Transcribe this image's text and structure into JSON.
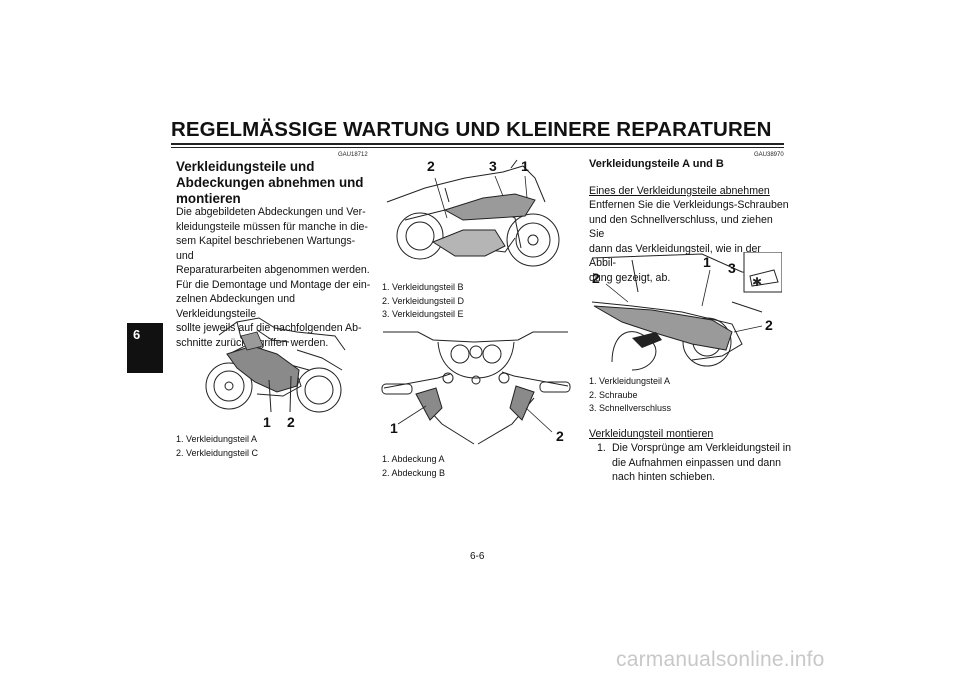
{
  "header": {
    "title": "REGELMÄSSIGE WARTUNG UND KLEINERE REPARATUREN"
  },
  "chapter_tab": "6",
  "left_col": {
    "code": "GAU18712",
    "heading_lines": [
      "Verkleidungsteile und",
      "Abdeckungen abnehmen und",
      "montieren"
    ],
    "body_lines": [
      "Die abgebildeten Abdeckungen und Ver-",
      "kleidungsteile müssen für manche in die-",
      "sem Kapitel beschriebenen Wartungs- und",
      "Reparaturarbeiten abgenommen werden.",
      "Für die Demontage und Montage der ein-",
      "zelnen Abdeckungen und Verkleidungsteile",
      "sollte jeweils auf die nachfolgenden Ab-",
      "schnitte zurückgegriffen werden."
    ],
    "figure_callouts": [
      "1",
      "2"
    ],
    "captions": [
      "1.  Verkleidungsteil A",
      "2.  Verkleidungsteil C"
    ]
  },
  "mid_col": {
    "top_figure_callouts": [
      "2",
      "3",
      "1"
    ],
    "top_captions": [
      "1.  Verkleidungsteil B",
      "2.  Verkleidungsteil D",
      "3.  Verkleidungsteil E"
    ],
    "bottom_figure_callouts": [
      "1",
      "2"
    ],
    "bottom_captions": [
      "1.  Abdeckung A",
      "2.  Abdeckung B"
    ]
  },
  "right_col": {
    "code": "GAU38970",
    "heading": "Verkleidungsteile A und B",
    "remove_title": "Eines der Verkleidungsteile abnehmen",
    "remove_lines": [
      "Entfernen Sie die Verkleidungs-Schrauben",
      "und den Schnellverschluss, und ziehen Sie",
      "dann das Verkleidungsteil, wie in der Abbil-",
      "dung gezeigt, ab."
    ],
    "figure_callouts": [
      "2",
      "1",
      "3",
      "2"
    ],
    "captions": [
      "1.  Verkleidungsteil A",
      "2.  Schraube",
      "3.  Schnellverschluss"
    ],
    "install_title": "Verkleidungsteil montieren",
    "install_step_num": "1.",
    "install_lines": [
      "Die Vorsprünge am Verkleidungsteil in",
      "die Aufnahmen einpassen und dann",
      "nach hinten schieben."
    ]
  },
  "page_number": "6-6",
  "watermark": "carmanualsonline.info"
}
